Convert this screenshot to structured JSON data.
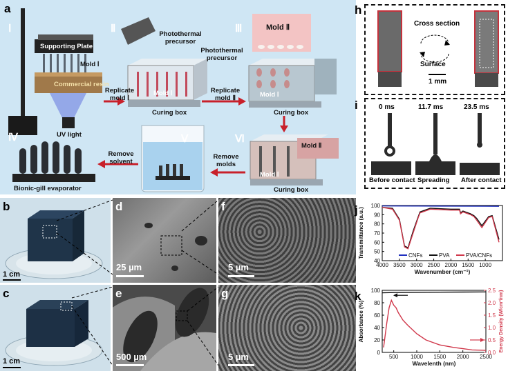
{
  "panel_a": {
    "letter": "a",
    "steps": {
      "s1": "Ⅰ",
      "s2": "Ⅱ",
      "s3": "Ⅲ",
      "s4": "Ⅳ",
      "s5": "Ⅴ",
      "s6": "Ⅵ"
    },
    "supporting_plate": "Supporting Plate",
    "mold1": "Mold Ⅰ",
    "commercial_resin": "Commercial resin",
    "uv_light": "UV light",
    "photothermal_precursor_1": "Photothermal precursor",
    "photothermal_precursor_2": "Photothermal precursor",
    "mold1_in_box": "Mold Ⅰ",
    "curing_box_1": "Curing box",
    "replicate_mold1": "Replicate mold Ⅰ",
    "mold2_top": "Mold Ⅱ",
    "mold1_box3": "Mold Ⅰ",
    "curing_box_2": "Curing box",
    "replicate_mold2": "Replicate mold Ⅱ",
    "mold2_box6": "Mold Ⅱ",
    "mold1_box6": "Mold Ⅰ",
    "curing_box_3": "Curing box",
    "remove_molds": "Remove molds",
    "remove_solvent": "Remove solvent",
    "bionic_gill": "Bionic-gill evaporator"
  },
  "panel_b": {
    "letter": "b",
    "scale": "1 cm"
  },
  "panel_c": {
    "letter": "c",
    "scale": "1 cm"
  },
  "panel_d": {
    "letter": "d",
    "scale": "25 µm"
  },
  "panel_e": {
    "letter": "e",
    "scale": "500 µm"
  },
  "panel_f": {
    "letter": "f",
    "scale": "5 µm"
  },
  "panel_g": {
    "letter": "g",
    "scale": "5 µm"
  },
  "panel_h": {
    "letter": "h",
    "cross_section": "Cross section",
    "surface": "Surface",
    "scale": "1 mm"
  },
  "panel_i": {
    "letter": "i",
    "times": [
      "0 ms",
      "11.7 ms",
      "23.5 ms"
    ],
    "captions": [
      "Before contact",
      "Spreading",
      "After contact"
    ]
  },
  "chart_j": {
    "letter": "j",
    "chart_data": {
      "type": "line",
      "xlabel": "Wavenumber (cm⁻¹)",
      "ylabel": "Transmittance (a.u.)",
      "xlim": [
        4000,
        500
      ],
      "ylim": [
        40,
        100
      ],
      "xticks": [
        "4000",
        "3500",
        "3000",
        "2500",
        "2000",
        "1500",
        "1000"
      ],
      "yticks": [
        "40",
        "50",
        "60",
        "70",
        "80",
        "90",
        "100"
      ],
      "series": [
        {
          "name": "CNFs",
          "color": "#1f2fbf",
          "x": [
            4000,
            3000,
            2000,
            1000,
            600
          ],
          "y": [
            99.5,
            99.4,
            99.3,
            99.2,
            99.1
          ]
        },
        {
          "name": "PVA",
          "color": "#111111",
          "x": [
            4000,
            3700,
            3500,
            3350,
            3250,
            3100,
            2950,
            2900,
            2600,
            2000,
            1750,
            1720,
            1650,
            1430,
            1330,
            1250,
            1100,
            900,
            800,
            600
          ],
          "y": [
            98,
            97,
            85,
            56,
            54,
            72,
            88,
            93,
            97,
            96,
            96,
            92,
            94,
            91,
            89,
            86,
            78,
            88,
            89,
            63
          ]
        },
        {
          "name": "PVA/CNFs",
          "color": "#d0374a",
          "x": [
            4000,
            3700,
            3500,
            3350,
            3250,
            3100,
            2950,
            2900,
            2600,
            2000,
            1750,
            1720,
            1650,
            1430,
            1330,
            1250,
            1100,
            900,
            800,
            600
          ],
          "y": [
            98,
            96,
            84,
            55,
            53,
            70,
            87,
            92,
            96,
            95,
            95,
            91,
            93,
            90,
            88,
            84,
            76,
            87,
            88,
            60
          ]
        }
      ],
      "legend": "bottom"
    }
  },
  "chart_k": {
    "letter": "k",
    "chart_data": {
      "type": "line",
      "xlabel": "Wavelenth (nm)",
      "ylabel": "Absorbance (%)",
      "ylabel_right": "Energy Density (W/cm²/nm)",
      "xlim": [
        250,
        2500
      ],
      "ylim": [
        0,
        100
      ],
      "ylim_right": [
        0,
        2.5
      ],
      "xticks": [
        "500",
        "1000",
        "1500",
        "2000",
        "2500"
      ],
      "yticks": [
        "0",
        "20",
        "40",
        "60",
        "80",
        "100"
      ],
      "yticks_right": [
        "0.0",
        "0.5",
        "1.0",
        "1.5",
        "2.0",
        "2.5"
      ],
      "series": [
        {
          "axis": "left",
          "color": "#111111",
          "x": [
            250,
            500,
            1000,
            1500,
            2000,
            2500
          ],
          "y": [
            96,
            96.5,
            96.8,
            97,
            97.2,
            97.5
          ]
        },
        {
          "axis": "right",
          "color": "#d0374a",
          "x": [
            280,
            350,
            400,
            450,
            500,
            550,
            600,
            700,
            800,
            1000,
            1200,
            1500,
            1800,
            2000,
            2200,
            2500
          ],
          "y": [
            0.2,
            1.2,
            1.8,
            2.1,
            1.9,
            1.8,
            1.6,
            1.3,
            1.1,
            0.75,
            0.5,
            0.3,
            0.2,
            0.15,
            0.1,
            0.08
          ]
        }
      ]
    }
  }
}
